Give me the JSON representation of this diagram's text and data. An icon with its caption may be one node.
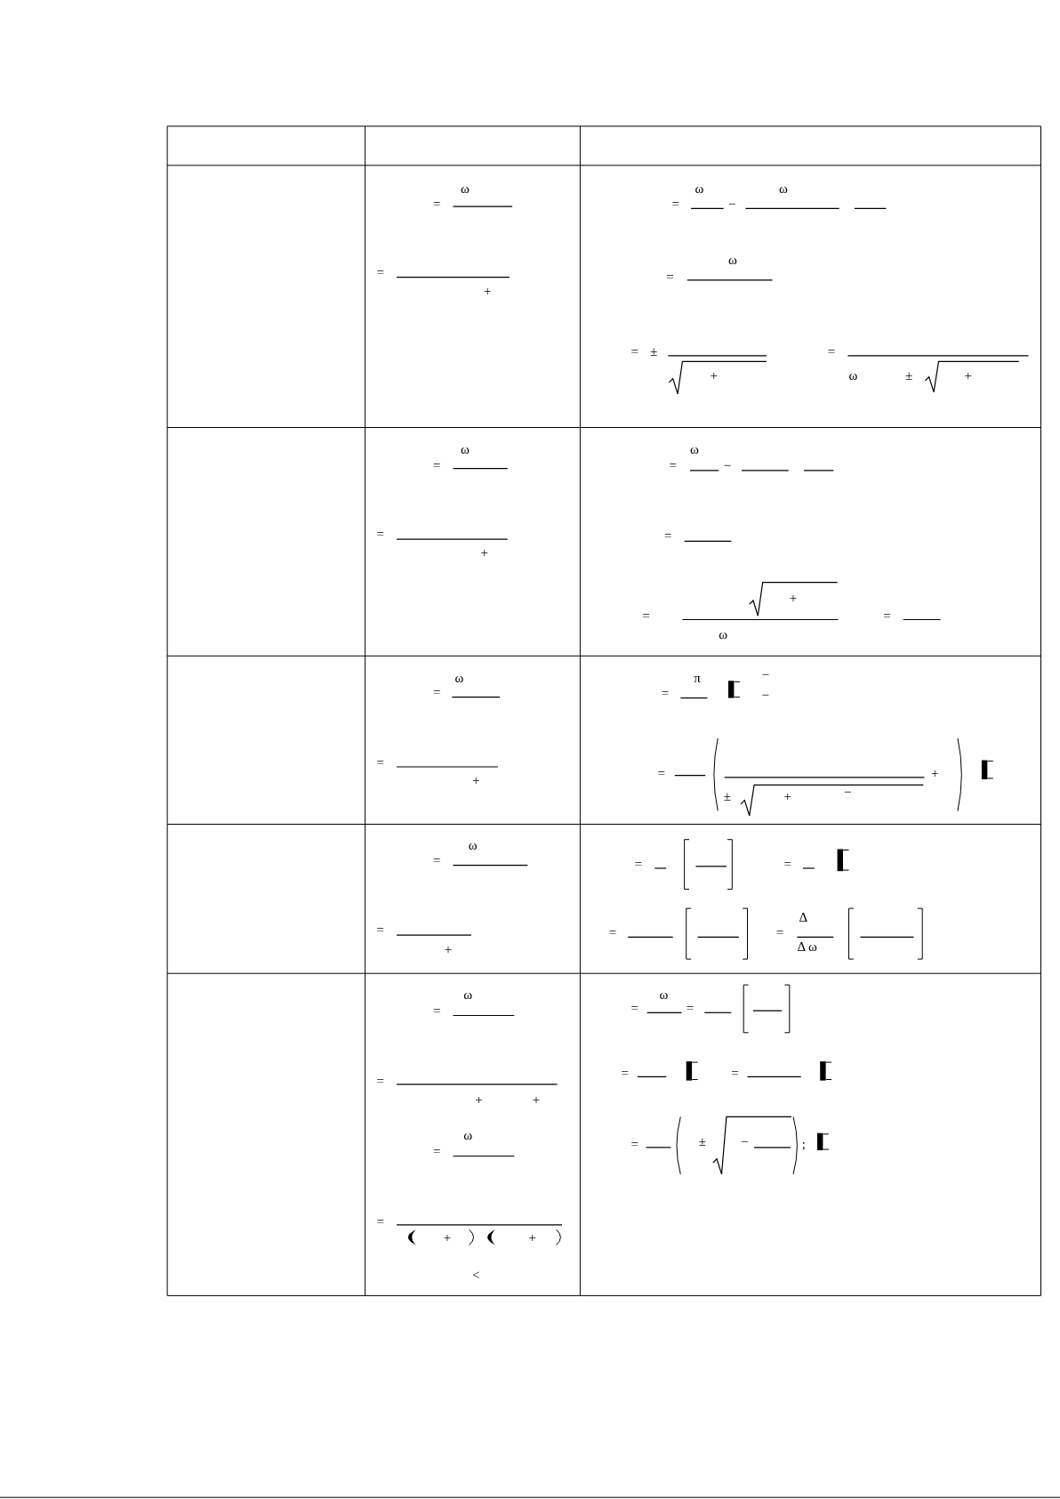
{
  "diagram": {
    "labels": [
      "=",
      "ω",
      "=",
      "+",
      "=",
      "ω",
      "−",
      "ω",
      "=",
      "ω",
      "=",
      "±",
      "+",
      "=",
      "ω",
      "±",
      "+",
      "=",
      "ω",
      "=",
      "+",
      "=",
      "ω",
      "−",
      "=",
      "+",
      "=",
      "ω",
      "=",
      "=",
      "ω",
      "=",
      "+",
      "=",
      "π",
      "−",
      "−",
      "=",
      "+",
      "±",
      "+",
      "−",
      "=",
      "ω",
      "=",
      "+",
      "=",
      "=",
      "=",
      "=",
      "Δ",
      "Δ ω",
      "=",
      "ω",
      "=",
      "+",
      "+",
      "=",
      "ω",
      "=",
      "+",
      "+",
      "<",
      "=",
      "ω",
      "=",
      "=",
      "=",
      "=",
      "±",
      "−",
      ";"
    ]
  }
}
